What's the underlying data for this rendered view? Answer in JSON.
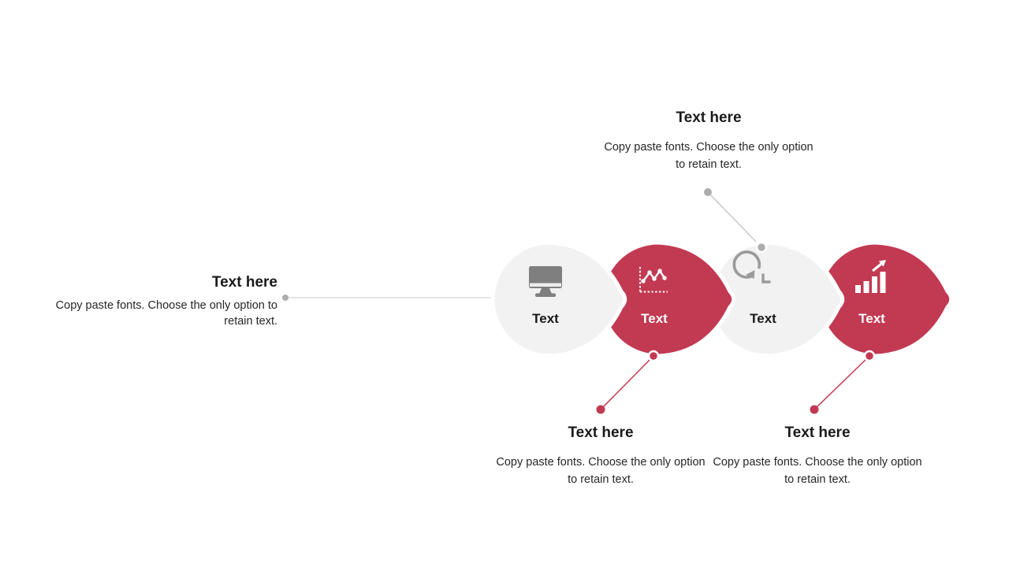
{
  "colors": {
    "accent_red": "#C23A52",
    "shape_gray": "#F2F2F2",
    "icon_gray": "#7F7F7F",
    "icon_gray_light": "#9B9B9B",
    "dot_gray": "#ADADAD",
    "line_gray": "#DBDBDB",
    "line_gray_dark": "#CBCBCB",
    "text_dark": "#1A1A1A",
    "text_body": "#262626"
  },
  "steps": [
    {
      "label": "Text",
      "icon": "monitor-icon",
      "variant": "gray"
    },
    {
      "label": "Text",
      "icon": "line-chart-icon",
      "variant": "red"
    },
    {
      "label": "Text",
      "icon": "history-icon",
      "variant": "gray"
    },
    {
      "label": "Text",
      "icon": "bar-chart-growth-icon",
      "variant": "red"
    }
  ],
  "callouts": [
    {
      "id": "left",
      "title": "Text here",
      "lines": [
        "Copy paste fonts. Choose the only option to",
        "retain text."
      ]
    },
    {
      "id": "top",
      "title": "Text here",
      "lines": [
        "Copy paste fonts. Choose the only option",
        "to retain text."
      ]
    },
    {
      "id": "bottom-left",
      "title": "Text here",
      "lines": [
        "Copy paste fonts. Choose the only option",
        "to retain text."
      ]
    },
    {
      "id": "bottom-right",
      "title": "Text here",
      "lines": [
        "Copy paste fonts. Choose the only option",
        "to retain text."
      ]
    }
  ]
}
